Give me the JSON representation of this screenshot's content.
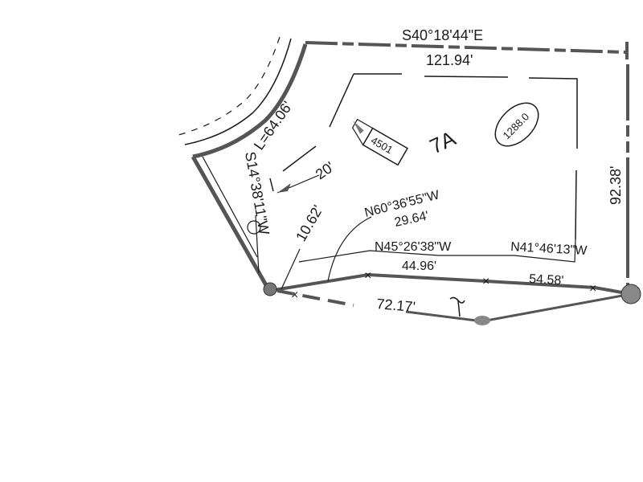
{
  "plat": {
    "lot_label": "7A",
    "house_number": "4501",
    "elevation": "1288.0",
    "top_bearing_partial": "S40°18'44\"E",
    "top_distance": "121.94'",
    "curve_length": "L=64.06'",
    "left_bearing": "S14°38'11\"W",
    "left_distance": "10.62'",
    "setback": "20'",
    "right_distance": "92.38'",
    "rear_segments": [
      {
        "bearing": "N60°36'55\"W",
        "distance": "29.64'"
      },
      {
        "bearing": "N45°26'38\"W",
        "distance": "44.96'"
      },
      {
        "bearing": "N41°46'13\"W",
        "distance": "54.58'"
      }
    ],
    "creek_distance": "72.17'",
    "colors": {
      "line": "#1a1a1a",
      "boundary_fill": "#555555",
      "monument": "#777777"
    }
  }
}
